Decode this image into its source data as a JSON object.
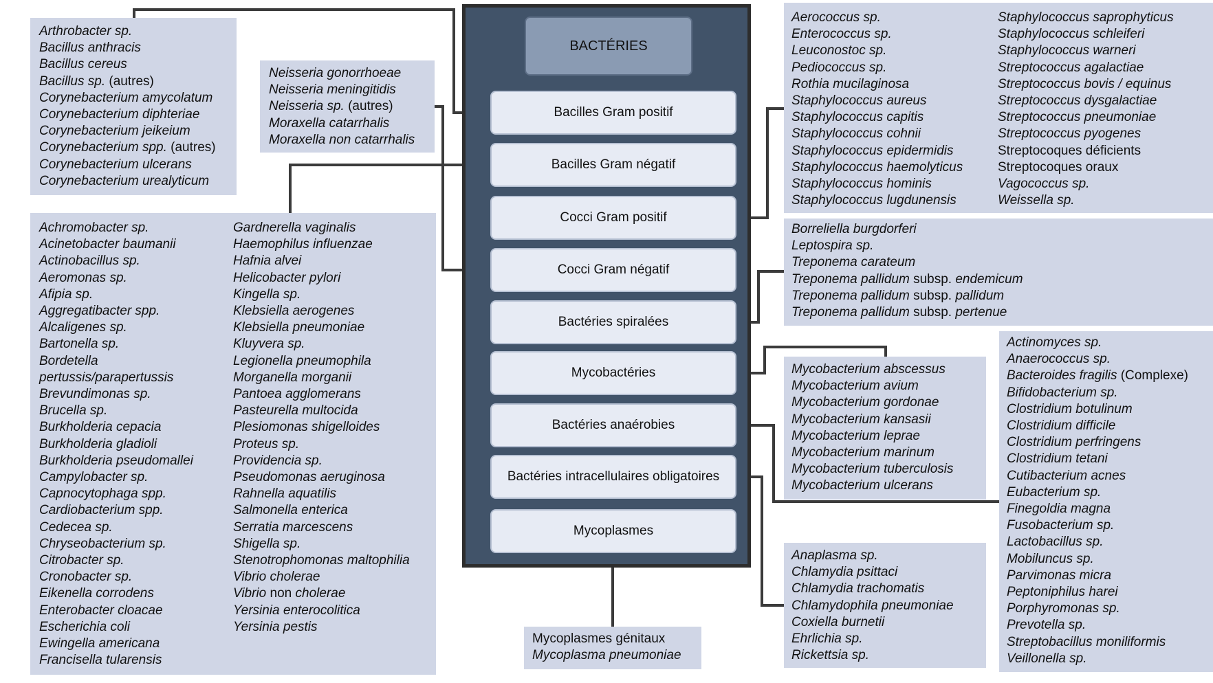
{
  "root": {
    "label": "BACTÉRIES"
  },
  "categories": [
    "Bacilles Gram positif",
    "Bacilles Gram négatif",
    "Cocci Gram positif",
    "Cocci Gram négatif",
    "Bactéries spiralées",
    "Mycobactéries",
    "Bactéries anaérobies",
    "Bactéries intracellulaires obligatoires",
    "Mycoplasmes"
  ],
  "bacilles_gram_positif": [
    {
      "i": "Arthrobacter sp."
    },
    {
      "i": "Bacillus anthracis"
    },
    {
      "i": "Bacillus cereus"
    },
    {
      "i": "Bacillus sp.",
      "n": " (autres)"
    },
    {
      "i": "Corynebacterium amycolatum"
    },
    {
      "i": "Corynebacterium diphteriae"
    },
    {
      "i": "Corynebacterium jeikeium"
    },
    {
      "i": "Corynebacterium spp.",
      "n": " (autres)"
    },
    {
      "i": "Corynebacterium ulcerans"
    },
    {
      "i": "Corynebacterium urealyticum"
    }
  ],
  "cocci_gram_negatif": [
    {
      "i": "Neisseria gonorrhoeae"
    },
    {
      "i": "Neisseria meningitidis"
    },
    {
      "i": "Neisseria sp.",
      "n": " (autres)"
    },
    {
      "i": "Moraxella catarrhalis"
    },
    {
      "i": "Moraxella non catarrhalis"
    }
  ],
  "bacilles_gram_negatif_col1": [
    {
      "i": "Achromobacter sp."
    },
    {
      "i": "Acinetobacter baumanii"
    },
    {
      "i": "Actinobacillus sp."
    },
    {
      "i": "Aeromonas sp."
    },
    {
      "i": "Afipia sp."
    },
    {
      "i": "Aggregatibacter spp."
    },
    {
      "i": "Alcaligenes sp."
    },
    {
      "i": "Bartonella sp."
    },
    {
      "i": "Bordetella"
    },
    {
      "i": "pertussis/parapertussis"
    },
    {
      "i": "Brevundimonas sp."
    },
    {
      "i": "Brucella sp."
    },
    {
      "i": "Burkholderia cepacia"
    },
    {
      "i": "Burkholderia gladioli"
    },
    {
      "i": "Burkholderia pseudomallei"
    },
    {
      "i": "Campylobacter sp."
    },
    {
      "i": "Capnocytophaga spp."
    },
    {
      "i": "Cardiobacterium spp."
    },
    {
      "i": "Cedecea sp."
    },
    {
      "i": "Chryseobacterium sp."
    },
    {
      "i": "Citrobacter sp."
    },
    {
      "i": "Cronobacter sp."
    },
    {
      "i": "Eikenella corrodens"
    },
    {
      "i": "Enterobacter cloacae"
    },
    {
      "i": "Escherichia coli"
    },
    {
      "i": "Ewingella americana"
    },
    {
      "i": "Francisella tularensis"
    }
  ],
  "bacilles_gram_negatif_col2": [
    {
      "i": "Gardnerella vaginalis"
    },
    {
      "i": "Haemophilus influenzae"
    },
    {
      "i": "Hafnia alvei"
    },
    {
      "i": "Helicobacter pylori"
    },
    {
      "i": "Kingella sp."
    },
    {
      "i": "Klebsiella aerogenes"
    },
    {
      "i": "Klebsiella pneumoniae"
    },
    {
      "i": "Kluyvera sp."
    },
    {
      "i": "Legionella pneumophila"
    },
    {
      "i": "Morganella morganii"
    },
    {
      "i": "Pantoea agglomerans"
    },
    {
      "i": "Pasteurella multocida"
    },
    {
      "i": "Plesiomonas shigelloides"
    },
    {
      "i": "Proteus sp."
    },
    {
      "i": "Providencia sp."
    },
    {
      "i": "Pseudomonas aeruginosa"
    },
    {
      "i": "Rahnella aquatilis"
    },
    {
      "i": "Salmonella enterica"
    },
    {
      "i": "Serratia marcescens"
    },
    {
      "i": "Shigella sp."
    },
    {
      "i": "Stenotrophomonas maltophilia"
    },
    {
      "i": "Vibrio cholerae"
    },
    {
      "i": "Vibrio",
      "n": " non ",
      "i2": "cholerae"
    },
    {
      "i": "Yersinia enterocolitica"
    },
    {
      "i": "Yersinia pestis"
    }
  ],
  "cocci_gram_positif_col1": [
    {
      "i": "Aerococcus sp."
    },
    {
      "i": "Enterococcus sp."
    },
    {
      "i": "Leuconostoc sp."
    },
    {
      "i": "Pediococcus sp."
    },
    {
      "i": "Rothia mucilaginosa"
    },
    {
      "i": "Staphylococcus aureus"
    },
    {
      "i": "Staphylococcus capitis"
    },
    {
      "i": "Staphylococcus cohnii"
    },
    {
      "i": "Staphylococcus epidermidis"
    },
    {
      "i": "Staphylococcus haemolyticus"
    },
    {
      "i": "Staphylococcus hominis"
    },
    {
      "i": "Staphylococcus lugdunensis"
    }
  ],
  "cocci_gram_positif_col2": [
    {
      "i": "Staphylococcus saprophyticus"
    },
    {
      "i": "Staphylococcus schleiferi"
    },
    {
      "i": "Staphylococcus warneri"
    },
    {
      "i": "Streptococcus agalactiae"
    },
    {
      "i": "Streptococcus bovis / equinus"
    },
    {
      "i": "Streptococcus dysgalactiae"
    },
    {
      "i": "Streptococcus pneumoniae"
    },
    {
      "i": "Streptococcus pyogenes"
    },
    {
      "n": "Streptocoques déficients"
    },
    {
      "n": "Streptocoques oraux"
    },
    {
      "i": "Vagococcus sp."
    },
    {
      "i": "Weissella sp."
    }
  ],
  "bacteries_spiralees": [
    {
      "i": "Borreliella burgdorferi"
    },
    {
      "i": "Leptospira sp."
    },
    {
      "i": "Treponema carateum"
    },
    {
      "i": "Treponema pallidum",
      "n": " subsp. ",
      "i2": "endemicum"
    },
    {
      "i": "Treponema pallidum",
      "n": " subsp. ",
      "i2": "pallidum"
    },
    {
      "i": "Treponema pallidum",
      "n": " subsp. ",
      "i2": "pertenue"
    }
  ],
  "mycobacteries": [
    {
      "i": "Mycobacterium abscessus"
    },
    {
      "i": "Mycobacterium avium"
    },
    {
      "i": "Mycobacterium gordonae"
    },
    {
      "i": "Mycobacterium kansasii"
    },
    {
      "i": "Mycobacterium leprae"
    },
    {
      "i": "Mycobacterium marinum"
    },
    {
      "i": "Mycobacterium tuberculosis"
    },
    {
      "i": "Mycobacterium ulcerans"
    }
  ],
  "bacteries_anaerobies": [
    {
      "i": "Actinomyces sp."
    },
    {
      "i": "Anaerococcus sp."
    },
    {
      "i": "Bacteroides fragilis",
      "n": " (Complexe)"
    },
    {
      "i": "Bifidobacterium sp."
    },
    {
      "i": "Clostridium botulinum"
    },
    {
      "i": "Clostridium difficile"
    },
    {
      "i": "Clostridium perfringens"
    },
    {
      "i": "Clostridium tetani"
    },
    {
      "i": "Cutibacterium acnes"
    },
    {
      "i": "Eubacterium sp."
    },
    {
      "i": "Finegoldia magna"
    },
    {
      "i": "Fusobacterium sp."
    },
    {
      "i": "Lactobacillus sp."
    },
    {
      "i": "Mobiluncus sp."
    },
    {
      "i": "Parvimonas micra"
    },
    {
      "i": "Peptoniphilus harei"
    },
    {
      "i": "Porphyromonas sp."
    },
    {
      "i": "Prevotella sp."
    },
    {
      "i": "Streptobacillus moniliformis"
    },
    {
      "i": "Veillonella sp."
    }
  ],
  "intracellulaires": [
    {
      "i": "Anaplasma sp."
    },
    {
      "i": "Chlamydia psittaci"
    },
    {
      "i": "Chlamydia trachomatis"
    },
    {
      "i": "Chlamydophila pneumoniae"
    },
    {
      "i": "Coxiella burnetii"
    },
    {
      "i": "Ehrlichia sp."
    },
    {
      "i": "Rickettsia sp."
    }
  ],
  "mycoplasmes": [
    {
      "n": "Mycoplasmes génitaux"
    },
    {
      "i": "Mycoplasma pneumoniae"
    }
  ]
}
